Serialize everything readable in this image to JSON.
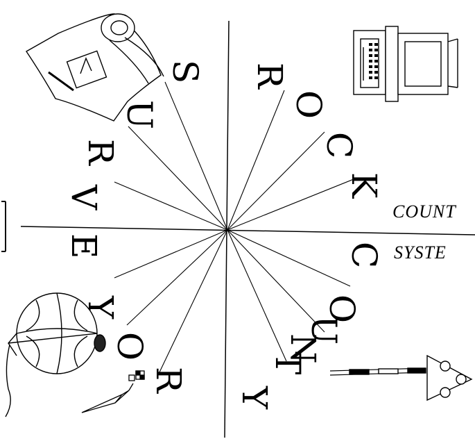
{
  "top_arc": {
    "letters": [
      "R",
      "O",
      "C",
      "K"
    ]
  },
  "bottom_arc": {
    "letters": [
      "C",
      "O",
      "U",
      "N",
      "T",
      "Y"
    ]
  },
  "left_arc": {
    "letters": [
      "S",
      "U",
      "R",
      "V",
      "E",
      "Y",
      "O",
      "R"
    ]
  },
  "captions": {
    "line1": "COUNT",
    "line2": "SYSTE"
  },
  "icons": {
    "map_scroll": "scroll-map-icon",
    "computer": "computer-terminal-icon",
    "survey_rod": "survey-rod-prism-icon",
    "surveyor_wheel": "measuring-wheel-icon",
    "plumb_bob": "plumb-bob-icon"
  }
}
